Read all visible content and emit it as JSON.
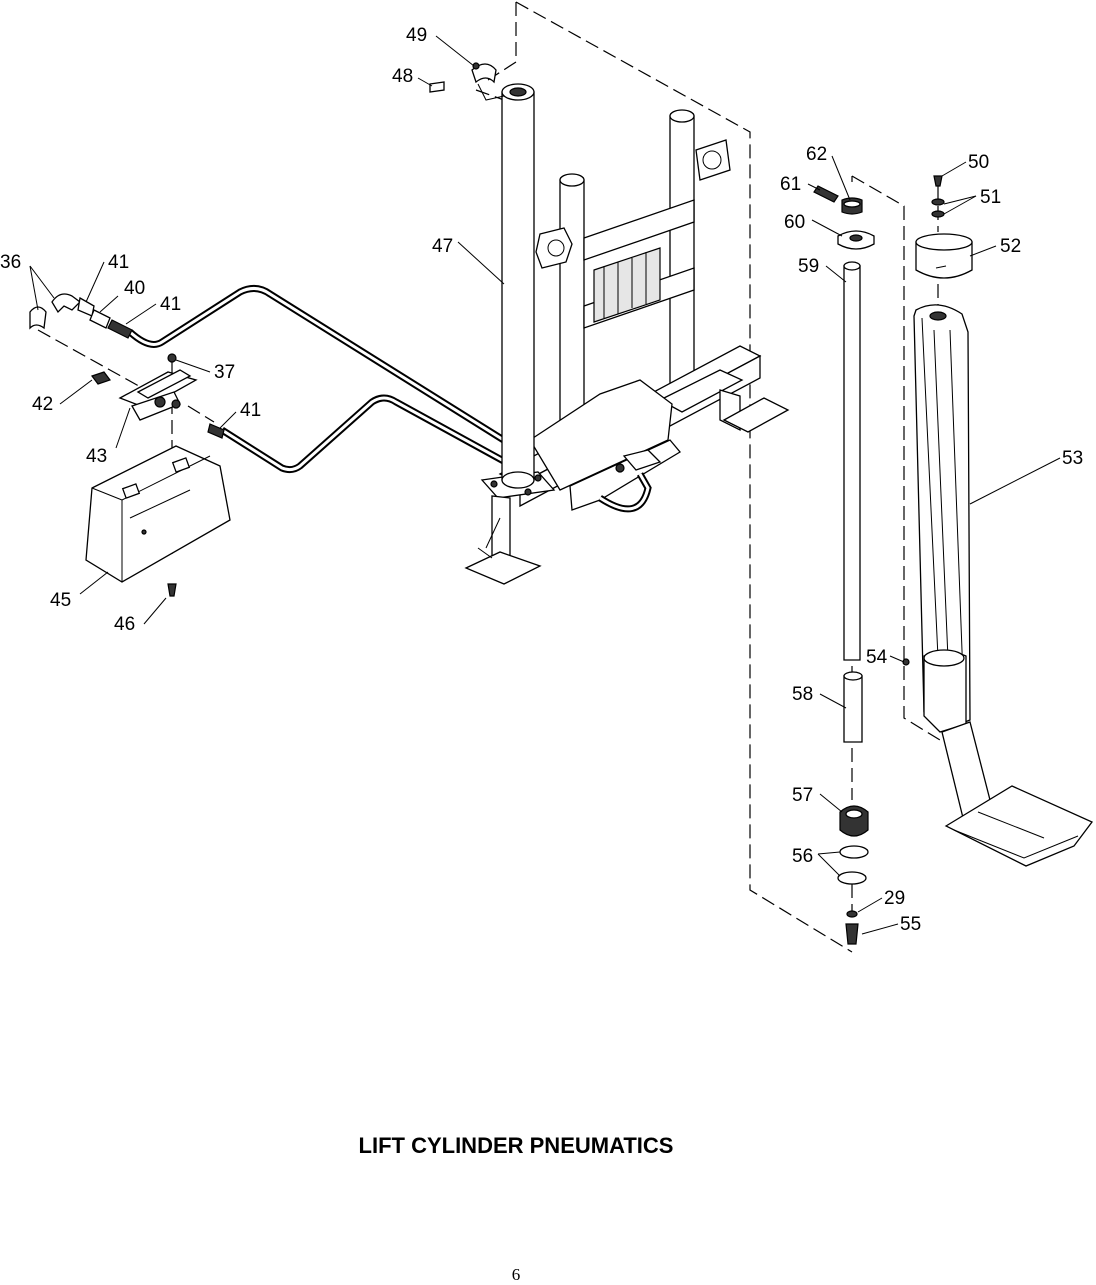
{
  "title": "LIFT CYLINDER PNEUMATICS",
  "page_number": "6",
  "callouts": {
    "c29": "29",
    "c36": "36",
    "c37": "37",
    "c40": "40",
    "c41a": "41",
    "c41b": "41",
    "c41c": "41",
    "c42": "42",
    "c43": "43",
    "c45": "45",
    "c46": "46",
    "c47": "47",
    "c48": "48",
    "c49": "49",
    "c50": "50",
    "c51": "51",
    "c52": "52",
    "c53": "53",
    "c54": "54",
    "c55": "55",
    "c56": "56",
    "c57": "57",
    "c58": "58",
    "c59": "59",
    "c60": "60",
    "c61": "61",
    "c62": "62"
  }
}
